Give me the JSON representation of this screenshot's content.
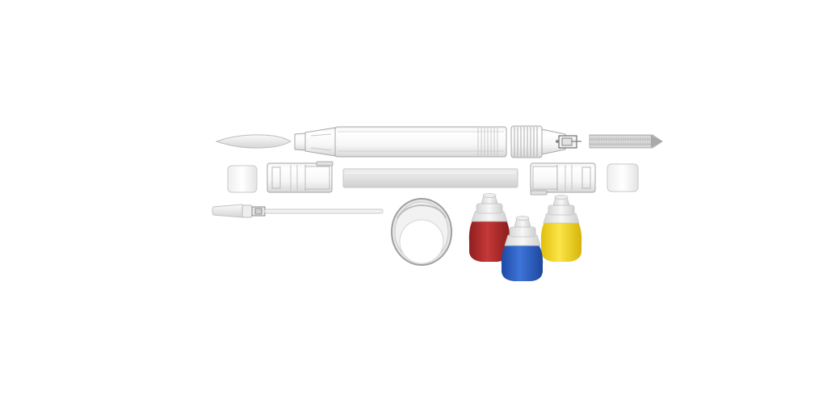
{
  "scene": {
    "background": "#ffffff",
    "parts": [
      "felt-tip-nib",
      "pen-barrel",
      "spring-tip-assembly",
      "fiber-wick",
      "end-cap",
      "cap-housing",
      "ink-reservoir-tube",
      "cap-housing",
      "end-cap",
      "filling-tool",
      "metal-ring",
      "ink-bottle",
      "ink-bottle",
      "ink-bottle"
    ],
    "ink_colors": {
      "red": "#b52a2a",
      "blue": "#2f63c8",
      "yellow": "#f0d51a"
    }
  }
}
